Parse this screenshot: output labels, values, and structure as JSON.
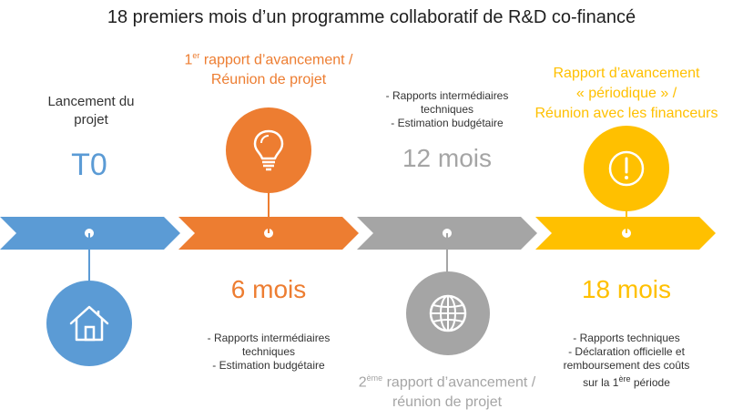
{
  "title": "18 premiers mois d’un programme collaboratif de R&D co-financé",
  "colors": {
    "blue": "#5b9bd5",
    "orange": "#ed7d31",
    "gray": "#a5a5a5",
    "yellow": "#ffc000"
  },
  "stages": [
    {
      "milestone": "T0",
      "label_lines": [
        "Lancement du",
        "projet"
      ],
      "icon": "house-icon"
    },
    {
      "milestone": "6 mois",
      "label_sup_prefix": "1",
      "label_sup": "er",
      "label_lines": [
        " rapport d’avancement /",
        "Réunion de projet"
      ],
      "notes": [
        "- Rapports intermédiaires",
        "techniques",
        "- Estimation budgétaire"
      ],
      "icon": "lightbulb-icon"
    },
    {
      "milestone": "12 mois",
      "label_sup_prefix": "2",
      "label_sup": "ème",
      "label_lines": [
        " rapport d’avancement /",
        "réunion de projet"
      ],
      "notes": [
        "- Rapports intermédiaires",
        "techniques",
        "- Estimation budgétaire"
      ],
      "icon": "globe-icon"
    },
    {
      "milestone": "18 mois",
      "label_lines": [
        "Rapport d’avancement",
        "« périodique » /",
        "Réunion avec les financeurs"
      ],
      "notes": [
        "- Rapports techniques",
        "- Déclaration officielle et",
        "remboursement des coûts"
      ],
      "notes_last_prefix": "sur la 1",
      "notes_last_sup": "ère",
      "notes_last_suffix": " période",
      "icon": "exclamation-icon"
    }
  ]
}
